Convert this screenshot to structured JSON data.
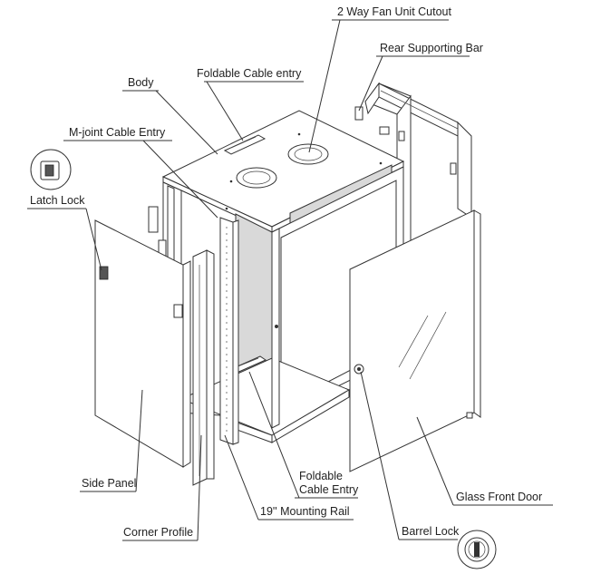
{
  "labels": {
    "fan_cutout": "2 Way Fan Unit Cutout",
    "rear_bar": "Rear Supporting Bar",
    "foldable_top": "Foldable Cable entry",
    "body": "Body",
    "mjoint": "M-joint Cable Entry",
    "latch": "Latch Lock",
    "side_panel": "Side Panel",
    "corner_profile": "Corner Profile",
    "mounting_rail": "19'' Mounting Rail",
    "foldable_bottom_1": "Foldable",
    "foldable_bottom_2": "Cable Entry",
    "glass_door": "Glass Front Door",
    "barrel_lock": "Barrel Lock"
  }
}
